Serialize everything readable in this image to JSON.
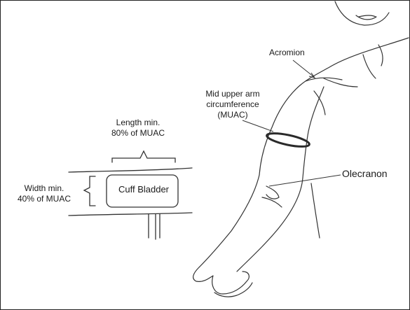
{
  "labels": {
    "acromion": "Acromion",
    "muac": [
      "Mid upper arm",
      "circumference",
      "(MUAC)"
    ],
    "length": [
      "Length min.",
      "80% of MUAC"
    ],
    "width": [
      "Width min.",
      "40% of MUAC"
    ],
    "cuff_bladder": "Cuff Bladder",
    "olecranon": "Olecranon"
  },
  "colors": {
    "ink": "#1a1a1a",
    "line": "#333333",
    "band": "#2a2a2a"
  }
}
